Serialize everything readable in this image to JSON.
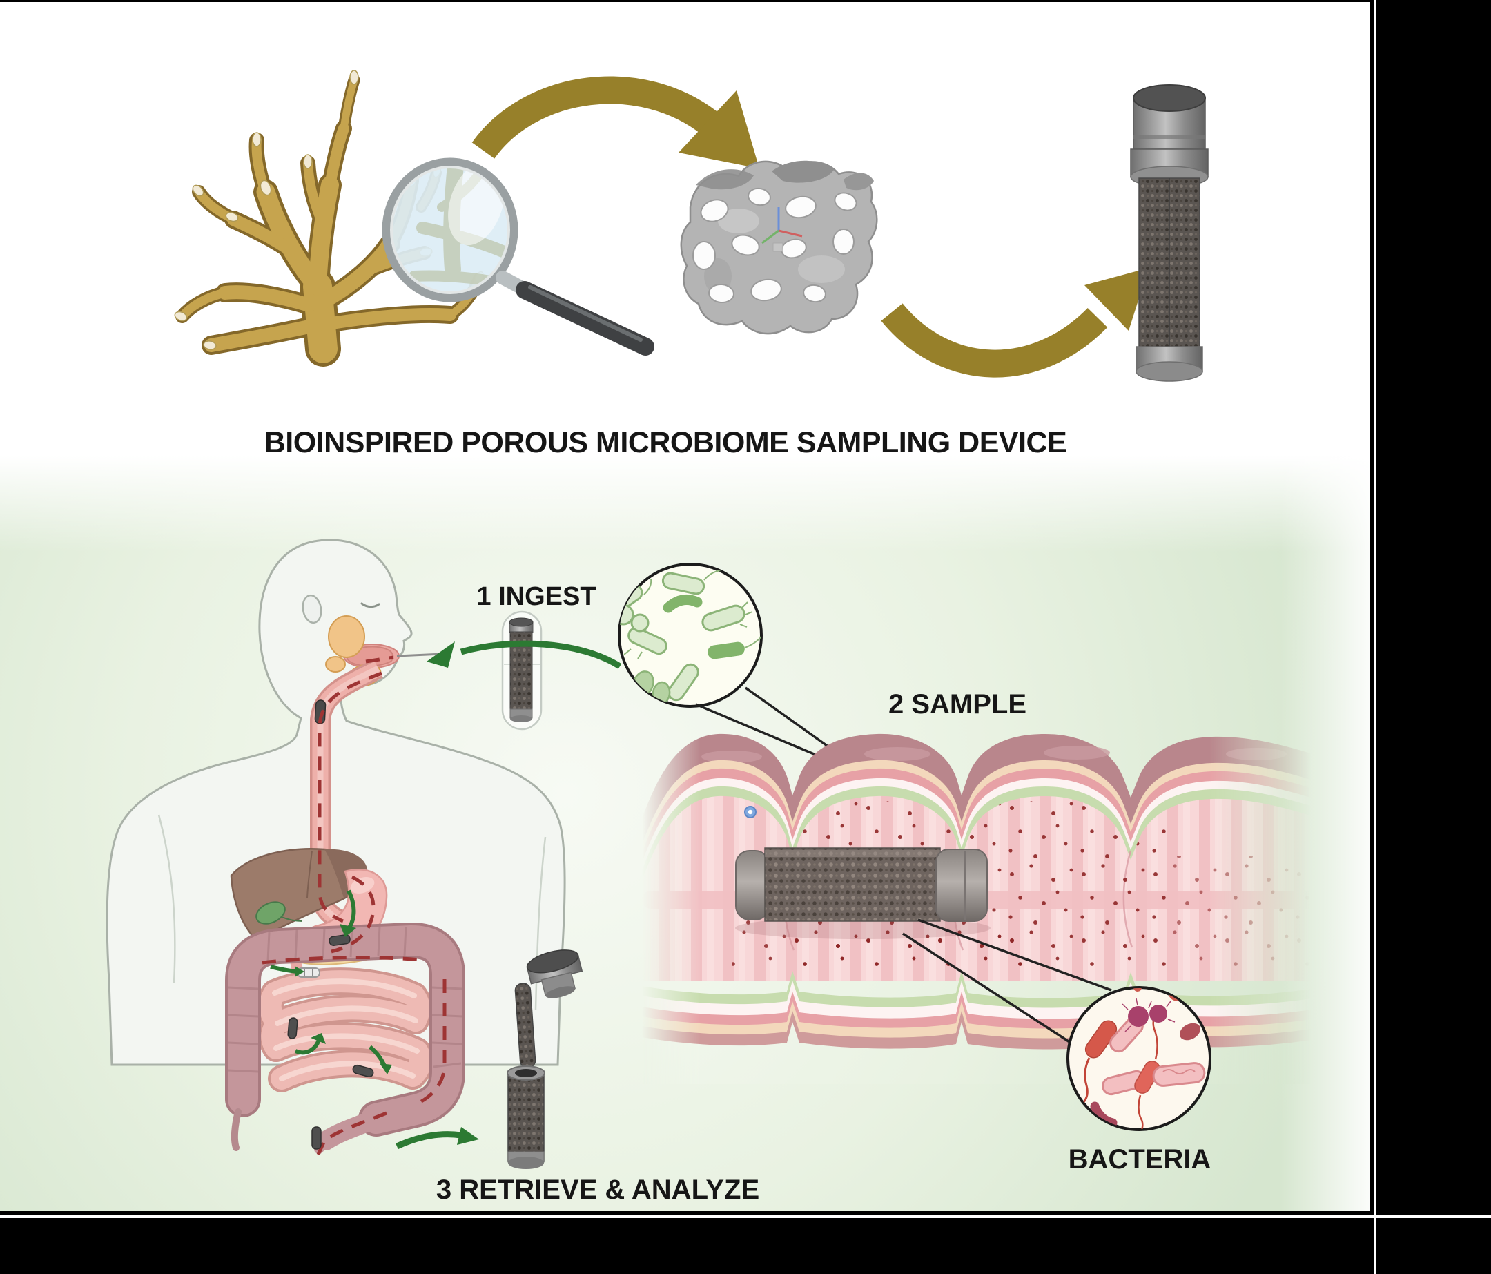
{
  "figure": {
    "title": "BIOINSPIRED POROUS MICROBIOME SAMPLING DEVICE",
    "steps": [
      {
        "label": "1 INGEST"
      },
      {
        "label": "2 SAMPLE"
      },
      {
        "label": "3 RETRIEVE & ANALYZE"
      }
    ],
    "annotations": {
      "bacteria_label": "BACTERIA"
    },
    "colors": {
      "coral_gold": "#c6a44e",
      "arrow_gold": "#97802a",
      "device_gray": "#5a5551",
      "step_arrow_green": "#2c7a33",
      "background_green": "#dfeeda",
      "intestine_pink": "#f2c2c5",
      "mucus_green": "#c7dcae",
      "bacteria_green": "#8cb478",
      "bacteria_red": "#d5584a",
      "label_text": "#161616"
    }
  }
}
